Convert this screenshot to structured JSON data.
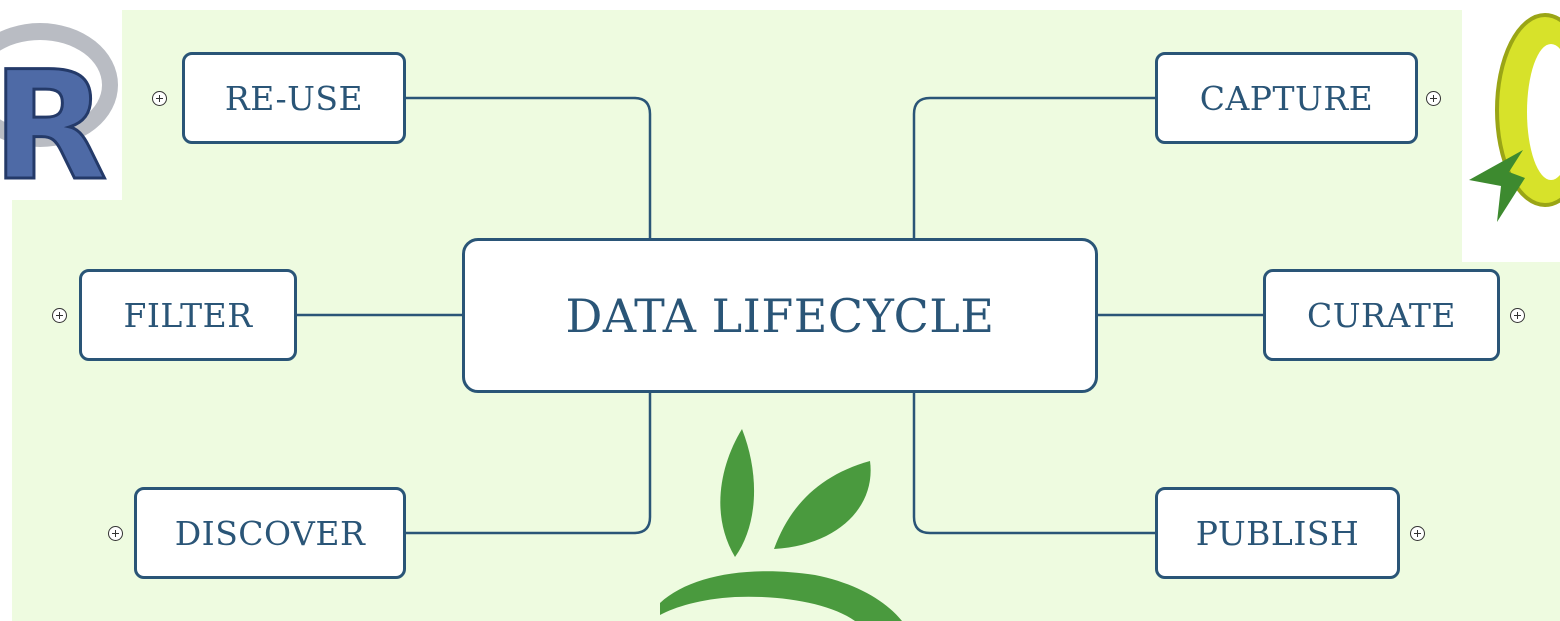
{
  "diagram": {
    "central": {
      "label": "DATA LIFECYCLE"
    },
    "branches": {
      "reuse": {
        "label": "RE-USE"
      },
      "filter": {
        "label": "FILTER"
      },
      "discover": {
        "label": "DISCOVER"
      },
      "capture": {
        "label": "CAPTURE"
      },
      "curate": {
        "label": "CURATE"
      },
      "publish": {
        "label": "PUBLISH"
      }
    }
  },
  "logos": {
    "r_logo": {
      "letter": "R"
    },
    "qgis_logo": {
      "letter": "Q"
    },
    "leaf_logo": {
      "description_icon": "leaf-icon"
    }
  },
  "icons": {
    "expander": "circle-plus-icon"
  },
  "colors": {
    "background": "#eefbe0",
    "node_border": "#2a5577",
    "node_text": "#2a5577",
    "leaf_green": "#4a9a3e"
  }
}
